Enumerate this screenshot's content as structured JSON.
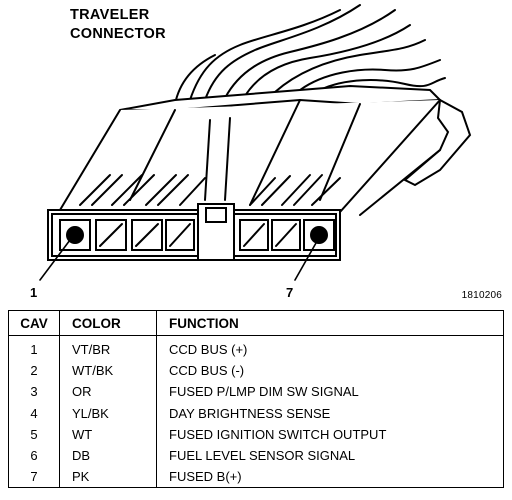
{
  "title": {
    "line1": "TRAVELER",
    "line2": "CONNECTOR"
  },
  "pin_labels": {
    "first": "1",
    "last": "7"
  },
  "figure_id": "1810206",
  "table": {
    "headers": [
      "CAV",
      "COLOR",
      "FUNCTION"
    ],
    "rows": [
      {
        "cav": "1",
        "color": "VT/BR",
        "function": "CCD BUS (+)"
      },
      {
        "cav": "2",
        "color": "WT/BK",
        "function": "CCD BUS (-)"
      },
      {
        "cav": "3",
        "color": "OR",
        "function": "FUSED P/LMP DIM SW SIGNAL"
      },
      {
        "cav": "4",
        "color": "YL/BK",
        "function": "DAY BRIGHTNESS SENSE"
      },
      {
        "cav": "5",
        "color": "WT",
        "function": "FUSED IGNITION SWITCH OUTPUT"
      },
      {
        "cav": "6",
        "color": "DB",
        "function": "FUEL LEVEL SENSOR SIGNAL"
      },
      {
        "cav": "7",
        "color": "PK",
        "function": "FUSED B(+)"
      }
    ]
  }
}
